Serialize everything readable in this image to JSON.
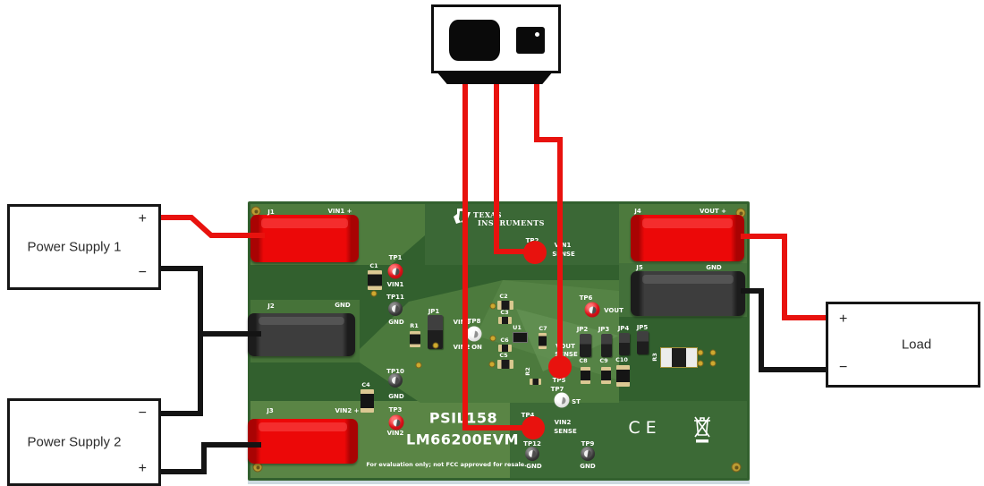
{
  "boxes": {
    "power_supply_1": {
      "label": "Power Supply 1",
      "top_terminal": "+",
      "bottom_terminal": "−"
    },
    "power_supply_2": {
      "label": "Power Supply 2",
      "top_terminal": "−",
      "bottom_terminal": "+"
    },
    "load": {
      "label": "Load",
      "top_terminal": "+",
      "bottom_terminal": "−"
    }
  },
  "board": {
    "brand": {
      "line1": "Texas",
      "line2": "Instruments"
    },
    "name_line1": "PSIL158",
    "name_line2": "LM66200EVM",
    "disclaimer": "For evaluation only; not FCC approved for resale.",
    "ce_mark": "CE",
    "connectors": {
      "j1": {
        "id": "J1",
        "net": "VIN1 +"
      },
      "j2": {
        "id": "J2",
        "net": "GND"
      },
      "j3": {
        "id": "J3",
        "net": "VIN2 +"
      },
      "j4": {
        "id": "J4",
        "net": "VOUT +"
      },
      "j5": {
        "id": "J5",
        "net": "GND"
      }
    },
    "test_points": {
      "tp1": {
        "id": "TP1",
        "l1": "VIN1"
      },
      "tp2": {
        "id": "TP2",
        "l1": "VIN1",
        "l2": "SENSE"
      },
      "tp3": {
        "id": "TP3",
        "l1": "VIN2"
      },
      "tp4": {
        "id": "TP4",
        "l1": "VIN2",
        "l2": "SENSE"
      },
      "tp5": {
        "id": "TP5",
        "l1": "VOUT",
        "l2": "SENSE"
      },
      "tp6": {
        "id": "TP6",
        "l1": "VOUT"
      },
      "tp7": {
        "id": "TP7",
        "l1": "ST"
      },
      "tp8": {
        "id": "TP8",
        "l1": "ON"
      },
      "tp9": {
        "id": "TP9",
        "l1": "GND"
      },
      "tp10": {
        "id": "TP10",
        "l1": "GND"
      },
      "tp11": {
        "id": "TP11",
        "l1": "GND"
      },
      "tp12": {
        "id": "TP12",
        "l1": "GND"
      }
    },
    "jumpers": {
      "jp1": "JP1",
      "jp1_pos1": "VIN1",
      "jp1_pos2": "VIN2",
      "jp2": "JP2",
      "jp3": "JP3",
      "jp4": "JP4",
      "jp5": "JP5"
    },
    "components": {
      "c1": "C1",
      "c2": "C2",
      "c3": "C3",
      "c4": "C4",
      "c5": "C5",
      "c6": "C6",
      "c7": "C7",
      "c8": "C8",
      "c9": "C9",
      "c10": "C10",
      "r1": "R1",
      "r2": "R2",
      "r3": "R3",
      "u1": "U1"
    }
  },
  "colors": {
    "wire_red": "#e8120e",
    "wire_black": "#141414",
    "connector_red": "#d70707",
    "connector_black": "#333333",
    "pcb_dark": "#32602e",
    "pcb_light": "#578446",
    "silkscreen": "#ffffff"
  }
}
